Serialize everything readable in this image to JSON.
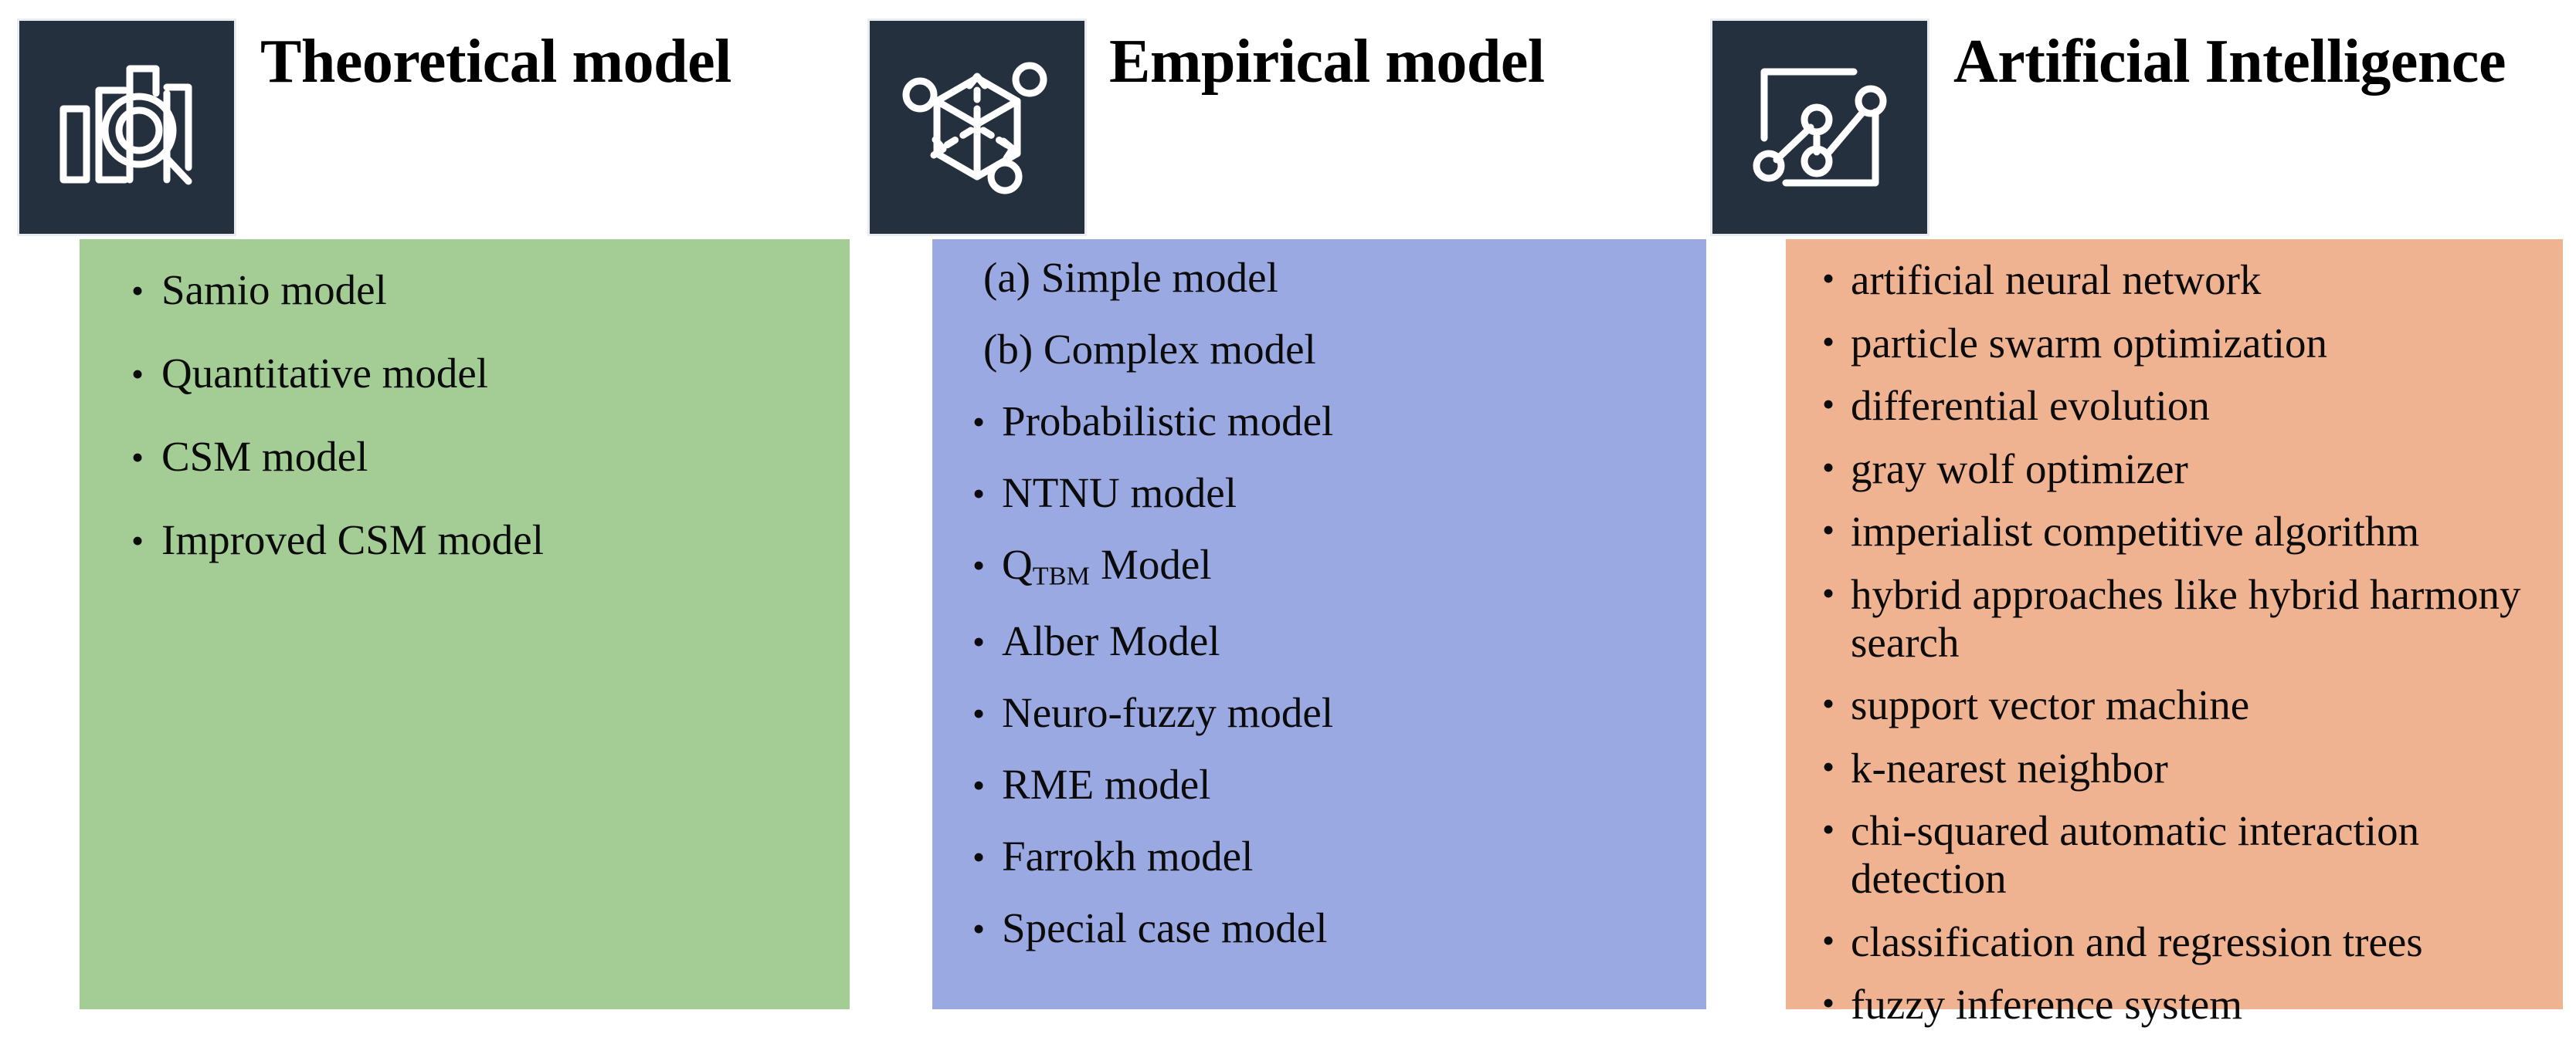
{
  "figure": {
    "type": "three-column-category-diagram",
    "columns": [
      {
        "id": "theoretical",
        "title": "Theoretical model",
        "icon": "bar-chart-magnifier-icon",
        "panel_color": "#a3cd95",
        "icon_box_color": "#25303f",
        "items": [
          {
            "bullet": "•",
            "text": "Samio model"
          },
          {
            "bullet": "•",
            "text": "Quantitative model"
          },
          {
            "bullet": "•",
            "text": "CSM model"
          },
          {
            "bullet": "•",
            "text": "Improved CSM model"
          }
        ]
      },
      {
        "id": "empirical",
        "title": "Empirical model",
        "icon": "cube-nodes-icon",
        "panel_color": "#9aa9e2",
        "icon_box_color": "#25303f",
        "items": [
          {
            "bullet": "",
            "text": "(a) Simple model"
          },
          {
            "bullet": "",
            "text": "(b) Complex model"
          },
          {
            "bullet": "•",
            "text": "Probabilistic model"
          },
          {
            "bullet": "•",
            "text": "NTNU model"
          },
          {
            "bullet": "•",
            "text": "Q",
            "subscript": "TBM",
            "text_after": " Model"
          },
          {
            "bullet": "•",
            "text": "Alber Model"
          },
          {
            "bullet": "•",
            "text": "Neuro-fuzzy model"
          },
          {
            "bullet": "•",
            "text": "RME model"
          },
          {
            "bullet": "•",
            "text": "Farrokh model"
          },
          {
            "bullet": "•",
            "text": "Special case model"
          }
        ]
      },
      {
        "id": "artificial-intelligence",
        "title": "Artificial Intelligence",
        "icon": "line-chart-nodes-icon",
        "panel_color": "#f0b392",
        "icon_box_color": "#25303f",
        "items": [
          {
            "bullet": "•",
            "text": "artificial neural network"
          },
          {
            "bullet": "•",
            "text": "particle swarm optimization"
          },
          {
            "bullet": "•",
            "text": "differential evolution"
          },
          {
            "bullet": "•",
            "text": "gray wolf optimizer"
          },
          {
            "bullet": "•",
            "text": "imperialist competitive algorithm"
          },
          {
            "bullet": "•",
            "text": "hybrid approaches like hybrid harmony search"
          },
          {
            "bullet": "•",
            "text": "support vector machine"
          },
          {
            "bullet": "•",
            "text": "k-nearest neighbor"
          },
          {
            "bullet": "•",
            "text": "chi-squared automatic interaction detection"
          },
          {
            "bullet": "•",
            "text": "classification and regression trees"
          },
          {
            "bullet": "•",
            "text": "fuzzy inference system"
          }
        ]
      }
    ]
  }
}
